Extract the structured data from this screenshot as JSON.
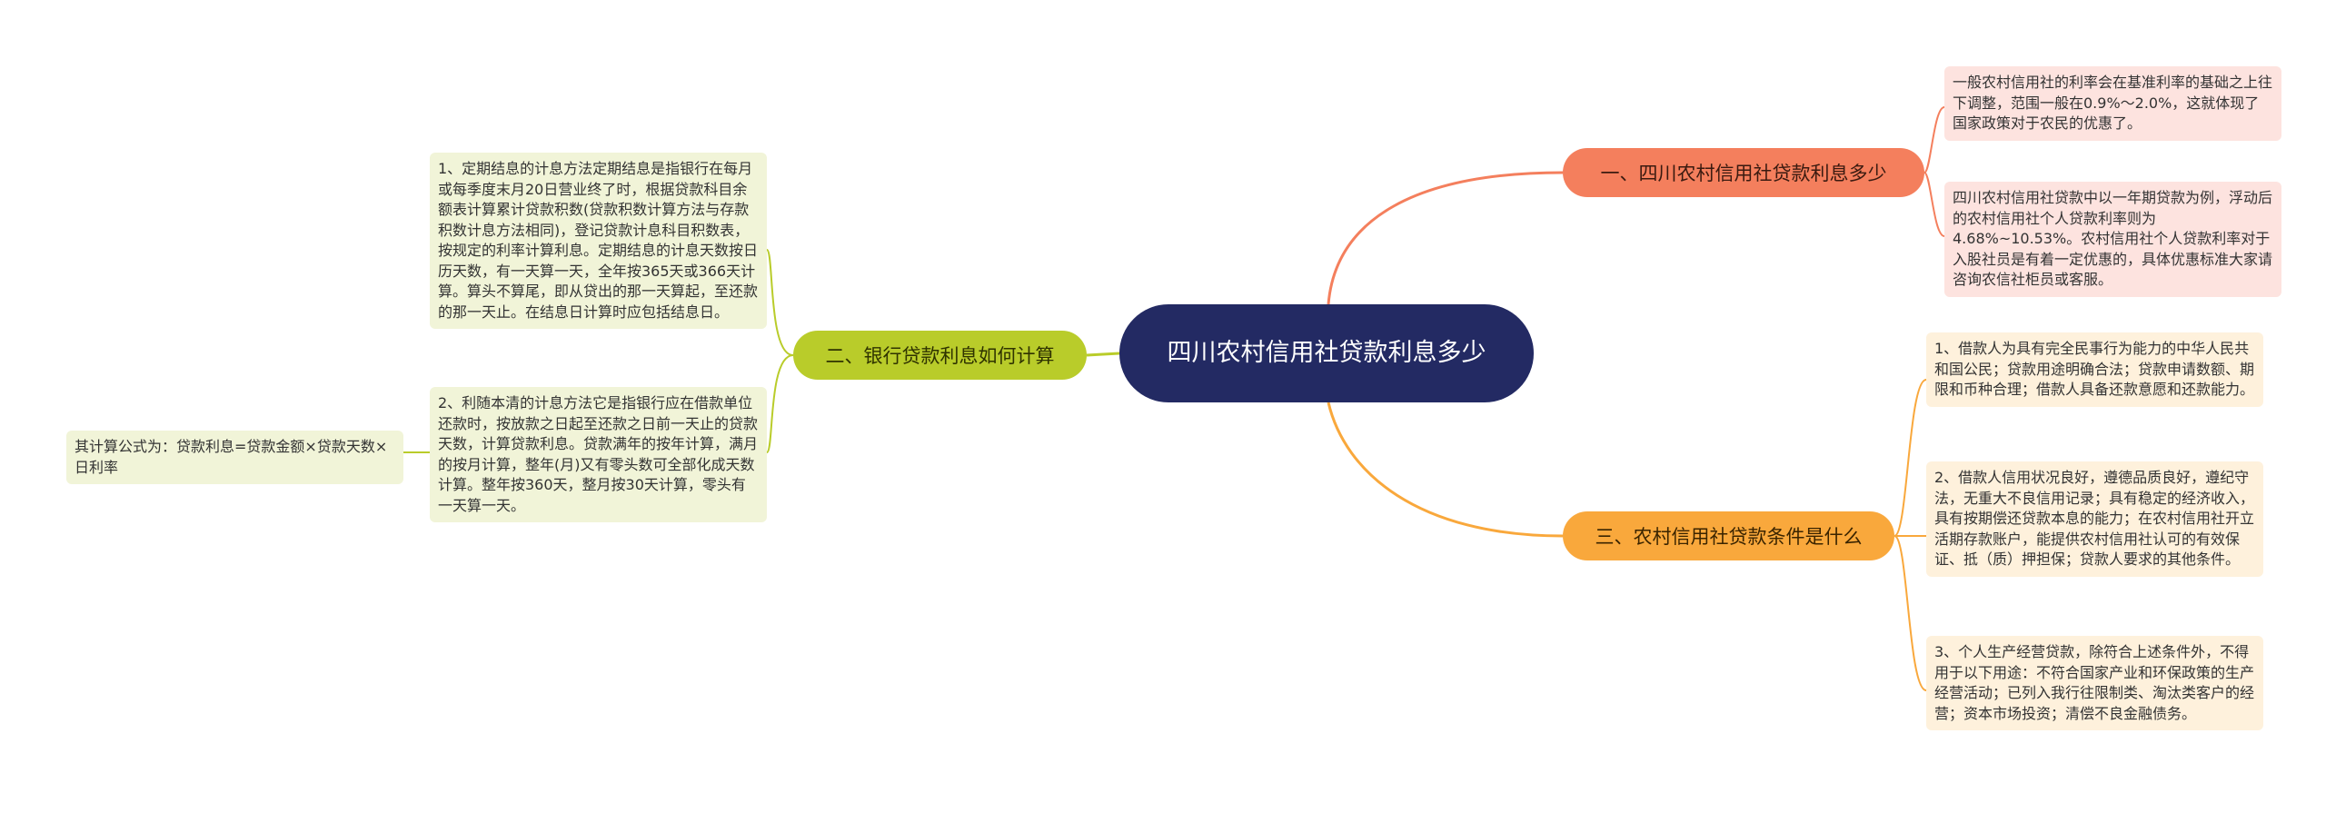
{
  "root": {
    "title": "四川农村信用社贷款利息多少"
  },
  "branches": [
    {
      "title": "一、四川农村信用社贷款利息多少",
      "color": "#f47f5d",
      "leaves": [
        "一般农村信用社的利率会在基准利率的基础之上往下调整，范围一般在0.9%～2.0%，这就体现了国家政策对于农民的优惠了。",
        "四川农村信用社贷款中以一年期贷款为例，浮动后的农村信用社个人贷款利率则为4.68%~10.53%。农村信用社个人贷款利率对于入股社员是有着一定优惠的，具体优惠标准大家请咨询农信社柜员或客服。"
      ]
    },
    {
      "title": "二、银行贷款利息如何计算",
      "color": "#b9cc2a",
      "leaves": [
        "1、定期结息的计息方法定期结息是指银行在每月或每季度末月20日营业终了时，根据贷款科目余额表计算累计贷款积数(贷款积数计算方法与存款积数计息方法相同)，登记贷款计息科目积数表，按规定的利率计算利息。定期结息的计息天数按日历天数，有一天算一天，全年按365天或366天计算。算头不算尾，即从贷出的那一天算起，至还款的那一天止。在结息日计算时应包括结息日。",
        "2、利随本清的计息方法它是指银行应在借款单位还款时，按放款之日起至还款之日前一天止的贷款天数，计算贷款利息。贷款满年的按年计算，满月的按月计算，整年(月)又有零头数可全部化成天数计算。整年按360天，整月按30天计算，零头有一天算一天。"
      ],
      "sub_leaf": "其计算公式为：贷款利息=贷款金额×贷款天数×日利率"
    },
    {
      "title": "三、农村信用社贷款条件是什么",
      "color": "#f9a83c",
      "leaves": [
        "1、借款人为具有完全民事行为能力的中华人民共和国公民；贷款用途明确合法；贷款申请数额、期限和币种合理；借款人具备还款意愿和还款能力。",
        "2、借款人信用状况良好，遵德品质良好，遵纪守法，无重大不良信用记录；具有稳定的经济收入，具有按期偿还贷款本息的能力；在农村信用社开立活期存款账户，能提供农村信用社认可的有效保证、抵（质）押担保；贷款人要求的其他条件。",
        "3、个人生产经营贷款，除符合上述条件外，不得用于以下用途：不符合国家产业和环保政策的生产经营活动；已列入我行往限制类、淘汰类客户的经营；资本市场投资；清偿不良金融债务。"
      ]
    }
  ]
}
